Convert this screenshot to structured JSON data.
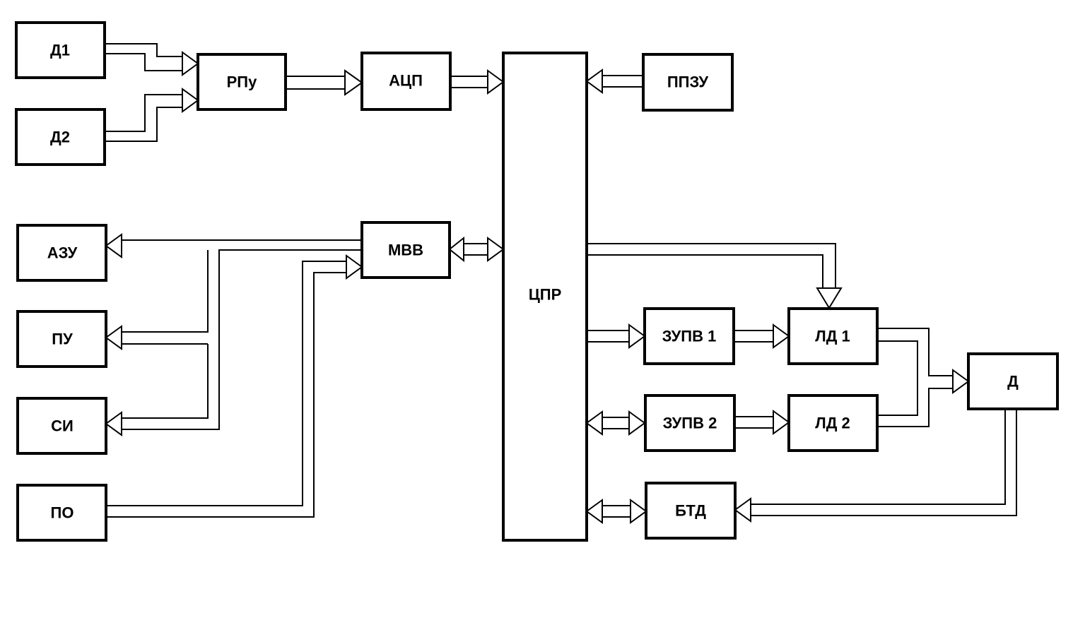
{
  "blocks": {
    "d1": "Д1",
    "d2": "Д2",
    "rpu": "РПу",
    "adc": "АЦП",
    "cpu": "ЦПР",
    "ppzu": "ППЗУ",
    "mvv": "МВВ",
    "azu": "АЗУ",
    "pu": "ПУ",
    "si": "СИ",
    "po": "ПО",
    "zupv1": "ЗУПВ 1",
    "zupv2": "ЗУПВ 2",
    "ld1": "ЛД 1",
    "ld2": "ЛД 2",
    "d": "Д",
    "btd": "БТД"
  }
}
